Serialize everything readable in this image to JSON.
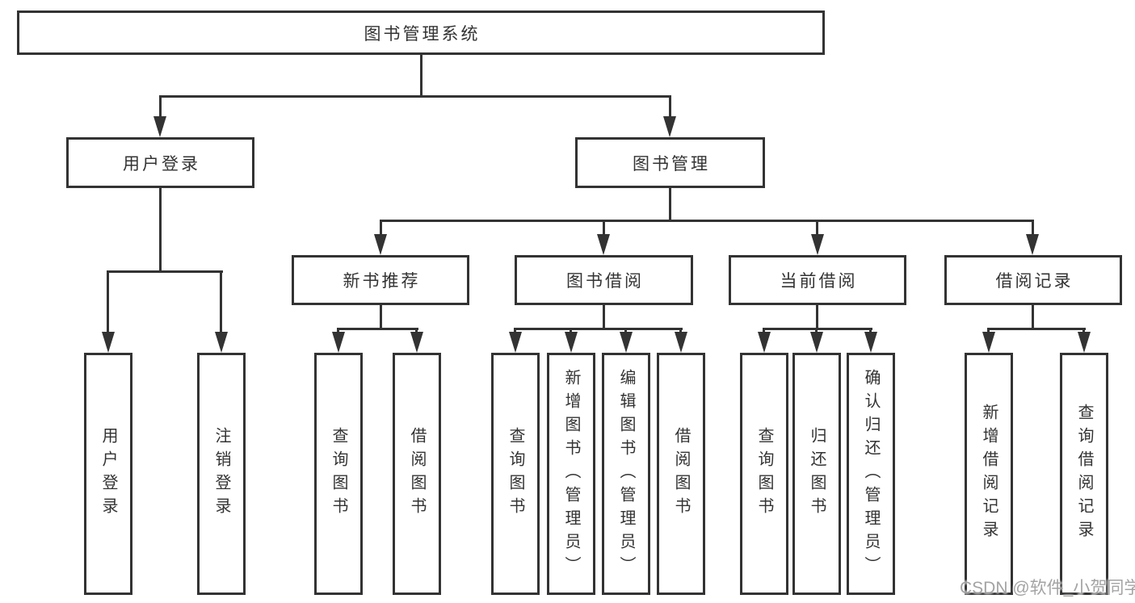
{
  "tree": {
    "root": {
      "label": "图书管理系统"
    },
    "branches": [
      {
        "label": "用户登录",
        "leaves": [
          {
            "label": "用户登录"
          },
          {
            "label": "注销登录"
          }
        ]
      },
      {
        "label": "图书管理",
        "sections": [
          {
            "label": "新书推荐",
            "leaves": [
              {
                "label": "查询图书"
              },
              {
                "label": "借阅图书"
              }
            ]
          },
          {
            "label": "图书借阅",
            "leaves": [
              {
                "label": "查询图书"
              },
              {
                "label": "新增图书（管理员）"
              },
              {
                "label": "编辑图书（管理员）"
              },
              {
                "label": "借阅图书"
              }
            ]
          },
          {
            "label": "当前借阅",
            "leaves": [
              {
                "label": "查询图书"
              },
              {
                "label": "归还图书"
              },
              {
                "label": "确认归还（管理员）"
              }
            ]
          },
          {
            "label": "借阅记录",
            "leaves": [
              {
                "label": "新增借阅记录"
              },
              {
                "label": "查询借阅记录"
              }
            ]
          }
        ]
      }
    ]
  },
  "watermark": {
    "text": "CSDN @软件_小贺同学"
  },
  "colors": {
    "line": "#333333",
    "text": "#333333",
    "box_background": "#ffffff",
    "watermark": "#9e9e9e",
    "background": "#ffffff"
  }
}
